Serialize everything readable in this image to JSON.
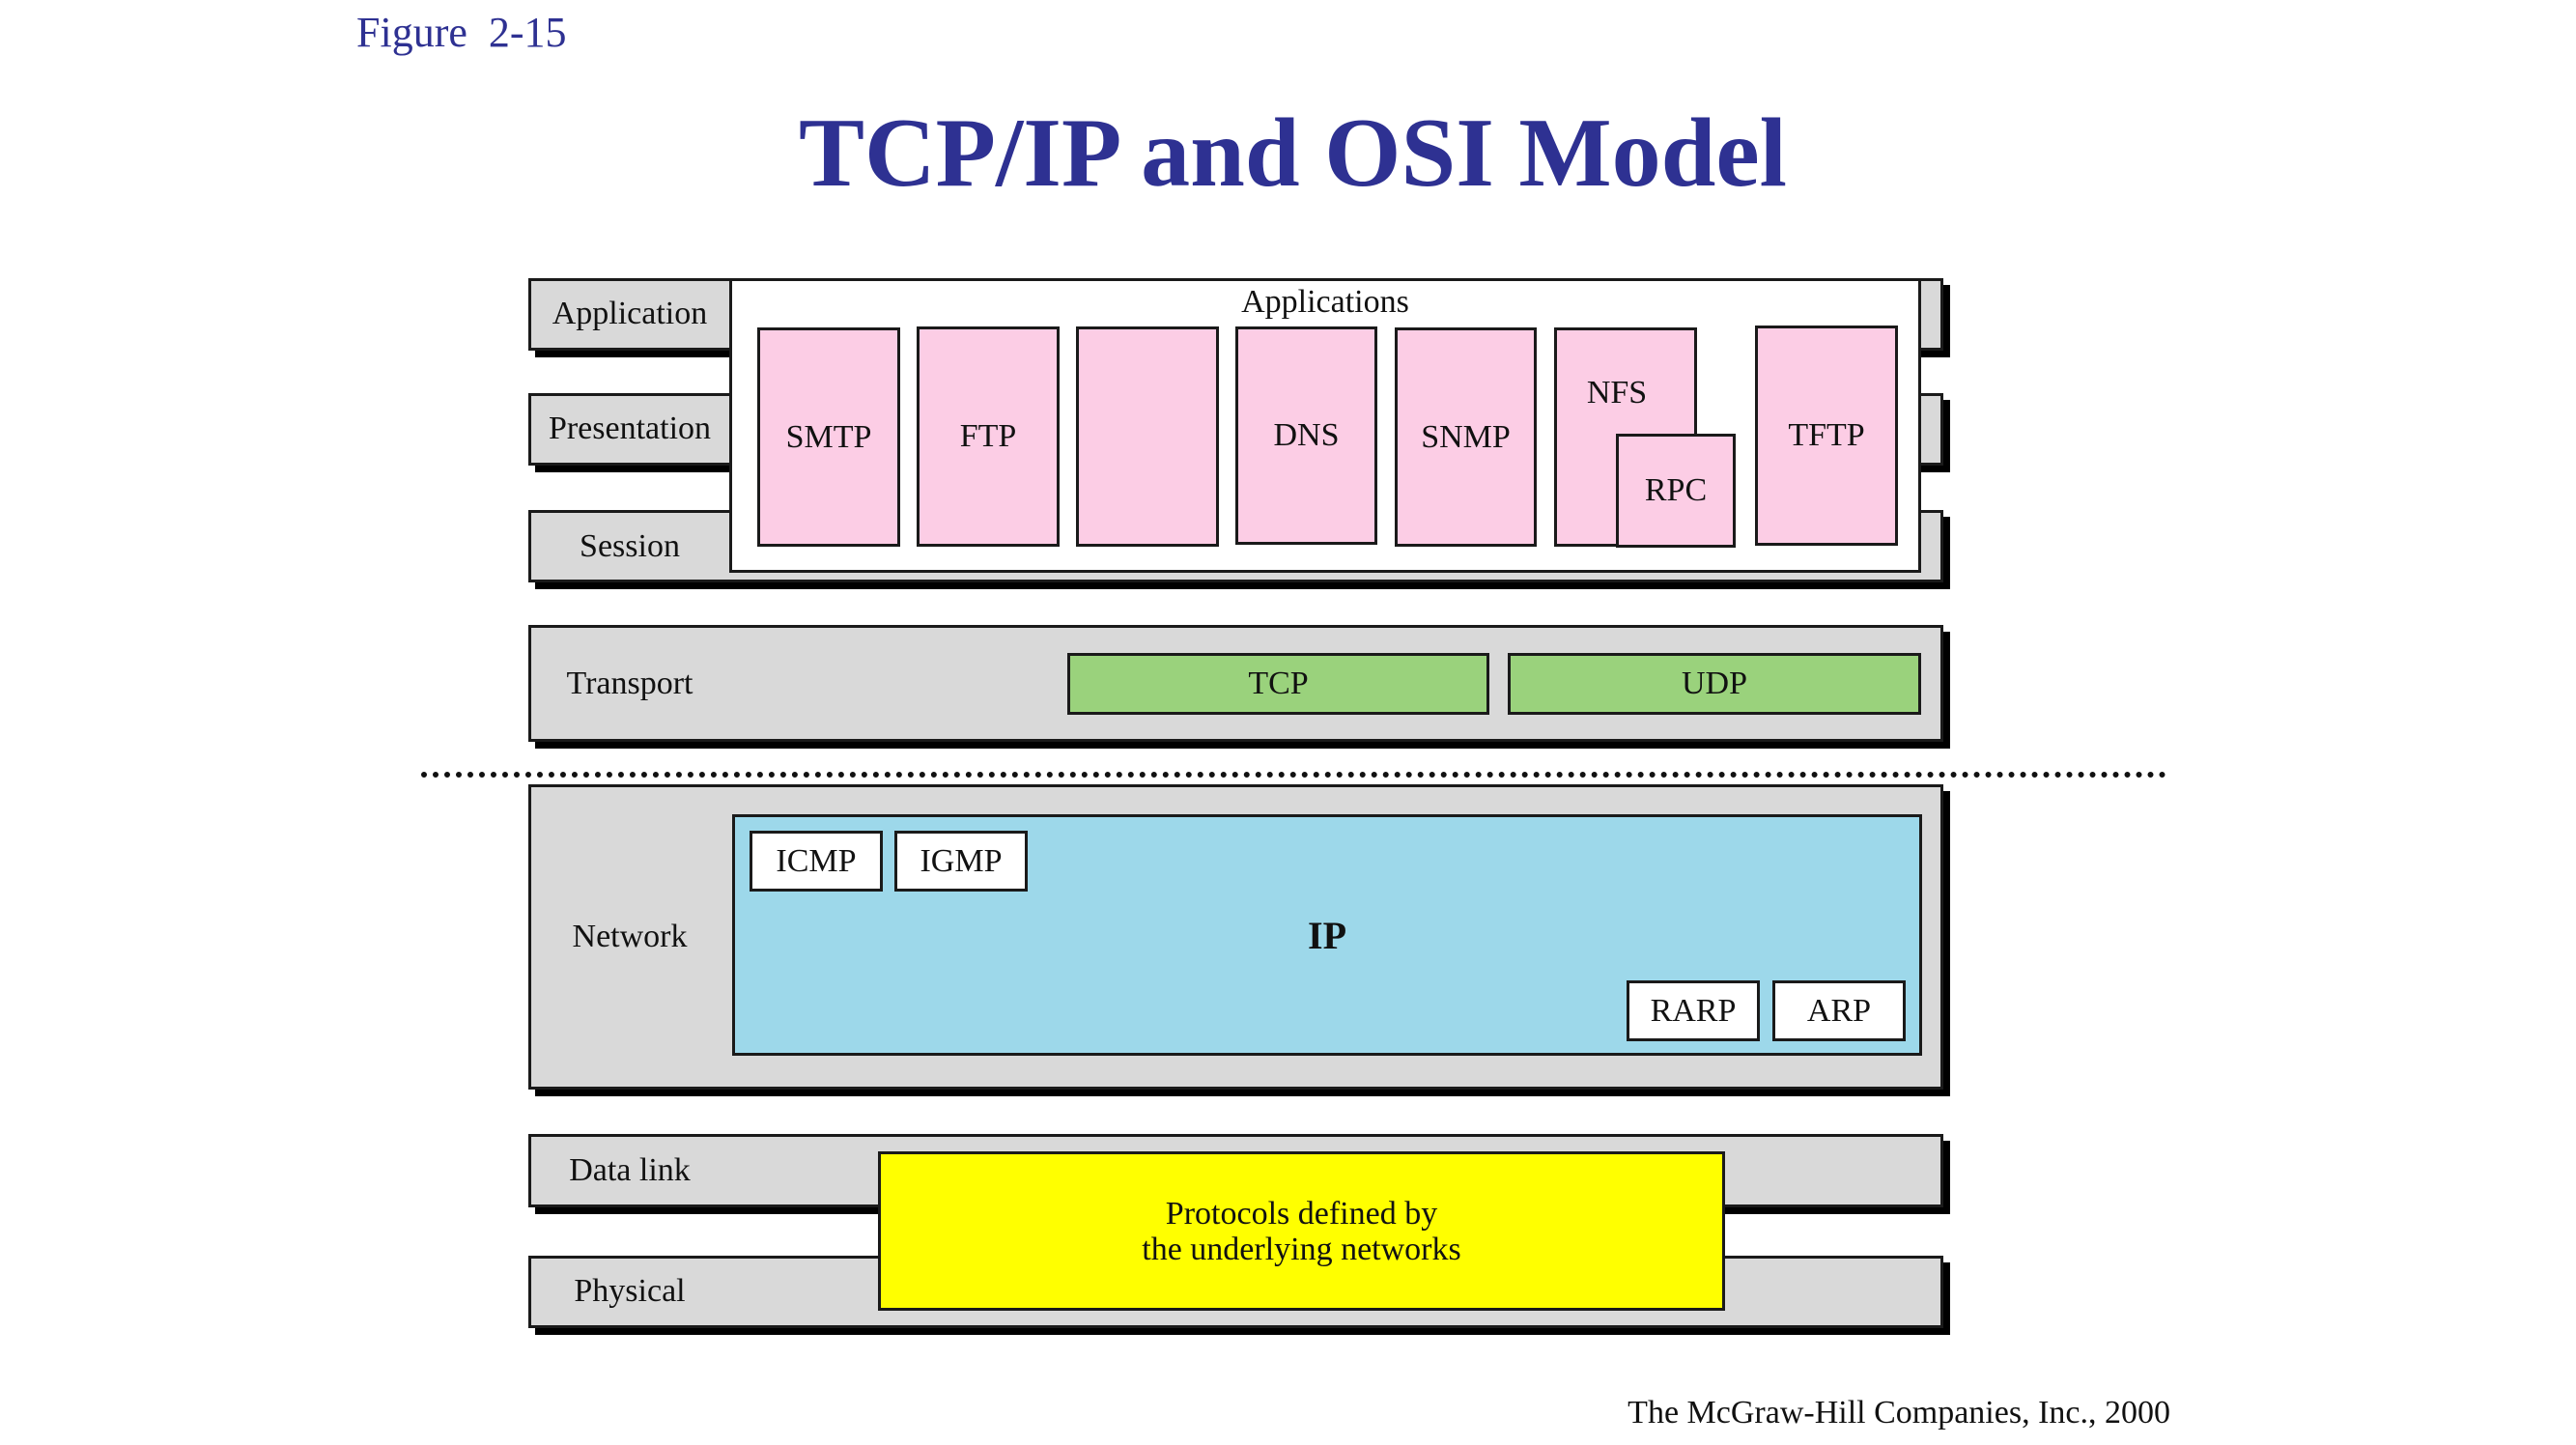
{
  "header": {
    "figure_label": "Figure  2-15",
    "title": "TCP/IP and OSI Model"
  },
  "osi_layers": {
    "application": "Application",
    "presentation": "Presentation",
    "session": "Session",
    "transport": "Transport",
    "network": "Network",
    "data_link": "Data link",
    "physical": "Physical"
  },
  "applications": {
    "label": "Applications",
    "protocols": [
      "SMTP",
      "FTP",
      "",
      "DNS",
      "SNMP",
      "NFS",
      "RPC",
      "TFTP"
    ]
  },
  "transport": {
    "protocols": [
      "TCP",
      "UDP"
    ]
  },
  "network": {
    "main": "IP",
    "protocols": [
      "ICMP",
      "IGMP",
      "RARP",
      "ARP"
    ]
  },
  "link": {
    "line1": "Protocols defined by",
    "line2": "the underlying networks"
  },
  "colors": {
    "title": "#2e3192",
    "application_box": "#fccde5",
    "transport_box": "#9ad27c",
    "network_box": "#9dd8ea",
    "link_box": "#ffff00"
  },
  "footer": {
    "credit": "The McGraw-Hill Companies, Inc., 2000"
  }
}
